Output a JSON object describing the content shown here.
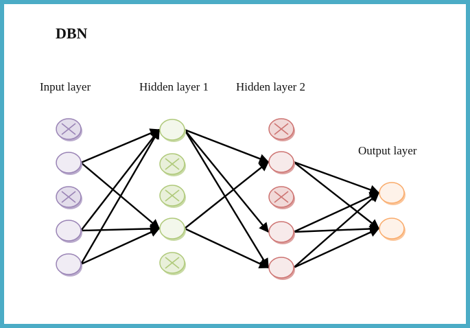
{
  "title": "DBN",
  "layers": [
    {
      "label": "Input layer",
      "color": "#8064a2",
      "nodes": [
        "x",
        "o",
        "x",
        "o",
        "o"
      ]
    },
    {
      "label": "Hidden layer 1",
      "color": "#9bbb59",
      "nodes": [
        "o",
        "x",
        "x",
        "o",
        "x"
      ]
    },
    {
      "label": "Hidden layer 2",
      "color": "#c0504d",
      "nodes": [
        "x",
        "o",
        "x",
        "o",
        "o"
      ]
    },
    {
      "label": "Output layer",
      "color": "#f79646",
      "nodes": [
        "o",
        "o"
      ]
    }
  ],
  "connections": [
    [
      [
        0,
        1
      ],
      [
        1,
        0
      ]
    ],
    [
      [
        0,
        1
      ],
      [
        1,
        3
      ]
    ],
    [
      [
        0,
        3
      ],
      [
        1,
        0
      ]
    ],
    [
      [
        0,
        3
      ],
      [
        1,
        3
      ]
    ],
    [
      [
        0,
        4
      ],
      [
        1,
        0
      ]
    ],
    [
      [
        0,
        4
      ],
      [
        1,
        3
      ]
    ],
    [
      [
        1,
        0
      ],
      [
        2,
        1
      ]
    ],
    [
      [
        1,
        0
      ],
      [
        2,
        3
      ]
    ],
    [
      [
        1,
        0
      ],
      [
        2,
        4
      ]
    ],
    [
      [
        1,
        3
      ],
      [
        2,
        1
      ]
    ],
    [
      [
        1,
        3
      ],
      [
        2,
        4
      ]
    ],
    [
      [
        2,
        1
      ],
      [
        3,
        0
      ]
    ],
    [
      [
        2,
        1
      ],
      [
        3,
        1
      ]
    ],
    [
      [
        2,
        3
      ],
      [
        3,
        0
      ]
    ],
    [
      [
        2,
        3
      ],
      [
        3,
        1
      ]
    ],
    [
      [
        2,
        4
      ],
      [
        3,
        0
      ]
    ],
    [
      [
        2,
        4
      ],
      [
        3,
        1
      ]
    ]
  ],
  "border_color": "#4bacc6"
}
